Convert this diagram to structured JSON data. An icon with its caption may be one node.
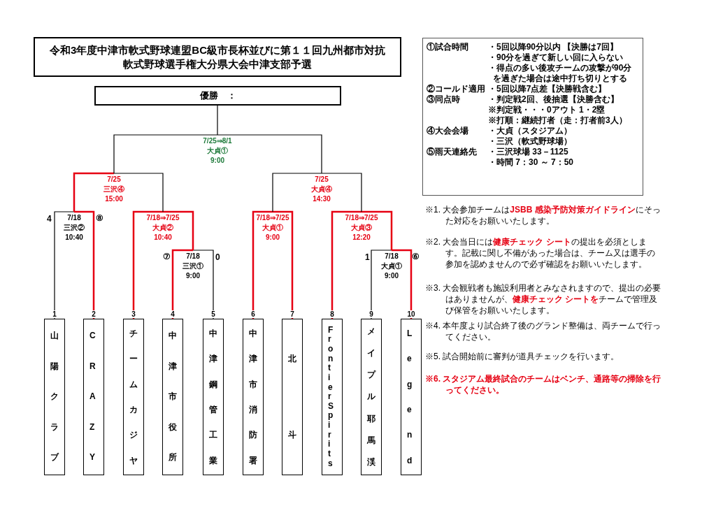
{
  "diagram": {
    "title": "令和3年度中津市軟式野球連盟BC級市長杯並びに第１１回九州都市対抗軟式野球選手権大分県大会中津支部予選",
    "nodes": [
      {
        "text": [
          "優勝　："
        ]
      },
      {
        "text": [
          "①試合時間",
          "・5回以降90分以内 【決勝は7回】",
          "・90分を過ぎて新しい回に入らない",
          "・得点の多い後攻チームの攻撃が90分を過ぎた場合は途中打ち切りとする",
          "②コールド適用",
          "・5回以降7点差【決勝戦含む】",
          "③同点時",
          "・判定戦2回、後抽選【決勝含む】",
          "※判定戦・・・0アウト 1・2塁",
          "※打順：継続打者（走：打者前3人）",
          "④大会会場",
          "・大貞（スタジアム）",
          "・三沢（軟式野球場）",
          "⑤雨天連絡先",
          "・三沢球場 33－1125",
          "・時間 7：30 ～ 7：50"
        ]
      },
      {
        "text": [
          "山陽クラブ"
        ],
        "beside": [
          "1"
        ]
      },
      {
        "text": [
          "CRAZY"
        ],
        "beside": [
          "2"
        ]
      },
      {
        "text": [
          "チームカジヤ"
        ],
        "beside": [
          "3"
        ]
      },
      {
        "text": [
          "中津市役所"
        ],
        "beside": [
          "4"
        ]
      },
      {
        "text": [
          "中津鋼管工業"
        ],
        "beside": [
          "5"
        ]
      },
      {
        "text": [
          "中津市消防署"
        ],
        "beside": [
          "6"
        ]
      },
      {
        "text": [
          "北斗"
        ],
        "beside": [
          "7"
        ]
      },
      {
        "text": [
          "Frontier Spirits"
        ],
        "beside": [
          "8"
        ]
      },
      {
        "text": [
          "メイプル耶馬渓"
        ],
        "beside": [
          "9"
        ]
      },
      {
        "text": [
          "Legend"
        ],
        "beside": [
          "10"
        ]
      },
      {
        "text": [
          "7/18",
          "三沢②",
          "10:40"
        ]
      },
      {
        "text": [
          "7/18",
          "三沢①",
          "9:00"
        ]
      },
      {
        "text": [
          "7/18⇒7/25",
          "大貞②",
          "10:40"
        ]
      },
      {
        "text": [
          "7/25",
          "三沢④",
          "15:00"
        ]
      },
      {
        "text": [
          "7/18⇒7/25",
          "大貞①",
          "9:00"
        ]
      },
      {
        "text": [
          "7/18",
          "大貞①",
          "9:00"
        ]
      },
      {
        "text": [
          "7/18⇒7/25",
          "大貞③",
          "12:20"
        ]
      },
      {
        "text": [
          "7/25",
          "大貞④",
          "14:30"
        ]
      },
      {
        "text": [
          "7/25⇒8/1",
          "大貞①",
          "9:00"
        ]
      }
    ],
    "edges": [
      {
        "from": 2,
        "to": 12,
        "arrow": "none",
        "color": "#000000"
      },
      {
        "from": 3,
        "to": 12,
        "arrow": "none"
      },
      {
        "from": 4,
        "to": 14,
        "arrow": "none"
      },
      {
        "from": 5,
        "to": 13,
        "arrow": "none"
      },
      {
        "from": 6,
        "to": 13,
        "arrow": "none",
        "color": "#000000"
      },
      {
        "from": 7,
        "to": 16,
        "arrow": "none"
      },
      {
        "from": 8,
        "to": 16,
        "arrow": "none"
      },
      {
        "from": 9,
        "to": 18,
        "arrow": "none"
      },
      {
        "from": 10,
        "to": 17,
        "arrow": "none",
        "color": "#000000"
      },
      {
        "from": 11,
        "to": 17,
        "arrow": "none"
      },
      {
        "from": 12,
        "to": 15,
        "arrow": "none"
      },
      {
        "from": 13,
        "to": 14,
        "arrow": "none"
      },
      {
        "from": 14,
        "to": 15,
        "arrow": "none",
        "color": "#000000"
      },
      {
        "from": 16,
        "to": 19,
        "arrow": "none",
        "color": "#000000"
      },
      {
        "from": 17,
        "to": 18,
        "arrow": "none"
      },
      {
        "from": 18,
        "to": 19,
        "arrow": "none",
        "color": "#000000"
      },
      {
        "from": 15,
        "to": 20,
        "arrow": "none",
        "color": "#000000"
      },
      {
        "from": 19,
        "to": 20,
        "arrow": "none",
        "color": "#000000"
      },
      {
        "from": 20,
        "to": 0,
        "arrow": "none",
        "color": "#000000"
      }
    ],
    "labels": [
      "4",
      "⑧",
      "⑦",
      "0",
      "1",
      "⑥",
      "※1. 大会参加チームは**JSBB 感染予防対策ガイドライン**にそった対応をお願いいたします。",
      "※2. 大会当日には**健康チェック シート**の提出を必須とします。記載に関し不備があった場合は、チーム又は選手の参加を認めませんので必ず確認をお願いいたします。",
      "※3. 大会観戦者も施設利用者とみなされますので、提出の必要はありませんが、**健康チェック シートを**チームで管理及び保管をお願いいたします。",
      "※4. 本年度より試合終了後のグランド整備は、両チームで行ってください。",
      "※5. 試合開始前に審判が道具チェックを行います。",
      "※6. スタジアム最終試合のチームはベンチ、通路等の掃除を行ってください。"
    ]
  }
}
